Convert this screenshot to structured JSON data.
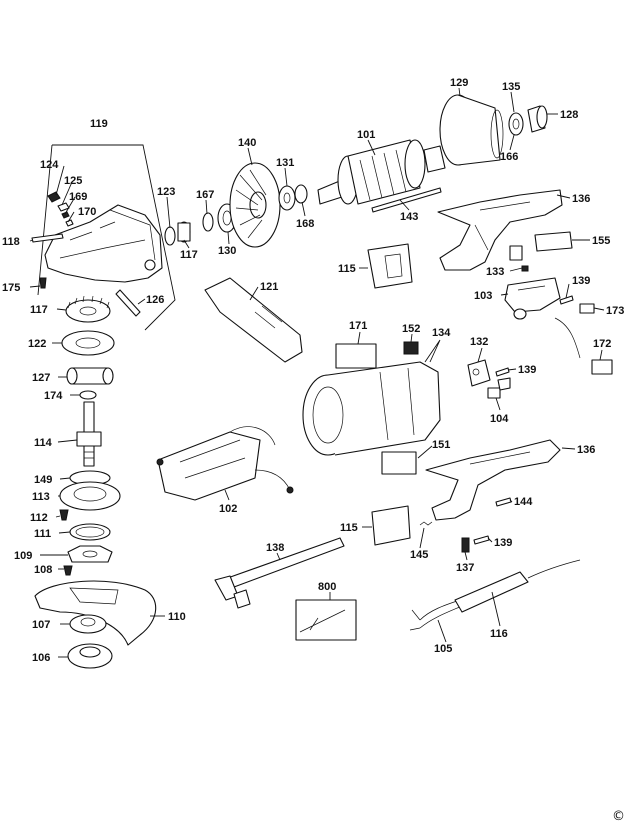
{
  "diagram": {
    "callouts": [
      "119",
      "124",
      "125",
      "169",
      "170",
      "123",
      "167",
      "117",
      "130",
      "140",
      "131",
      "168",
      "101",
      "143",
      "129",
      "135",
      "128",
      "166",
      "136",
      "155",
      "133",
      "118",
      "175",
      "115",
      "121",
      "126",
      "117",
      "122",
      "127",
      "174",
      "114",
      "149",
      "113",
      "112",
      "111",
      "109",
      "108",
      "171",
      "152",
      "134",
      "132",
      "139",
      "103",
      "139",
      "173",
      "172",
      "104",
      "151",
      "136",
      "102",
      "115",
      "144",
      "145",
      "139",
      "137",
      "138",
      "800",
      "110",
      "107",
      "106",
      "105",
      "116"
    ],
    "copyright_mark": "©"
  }
}
